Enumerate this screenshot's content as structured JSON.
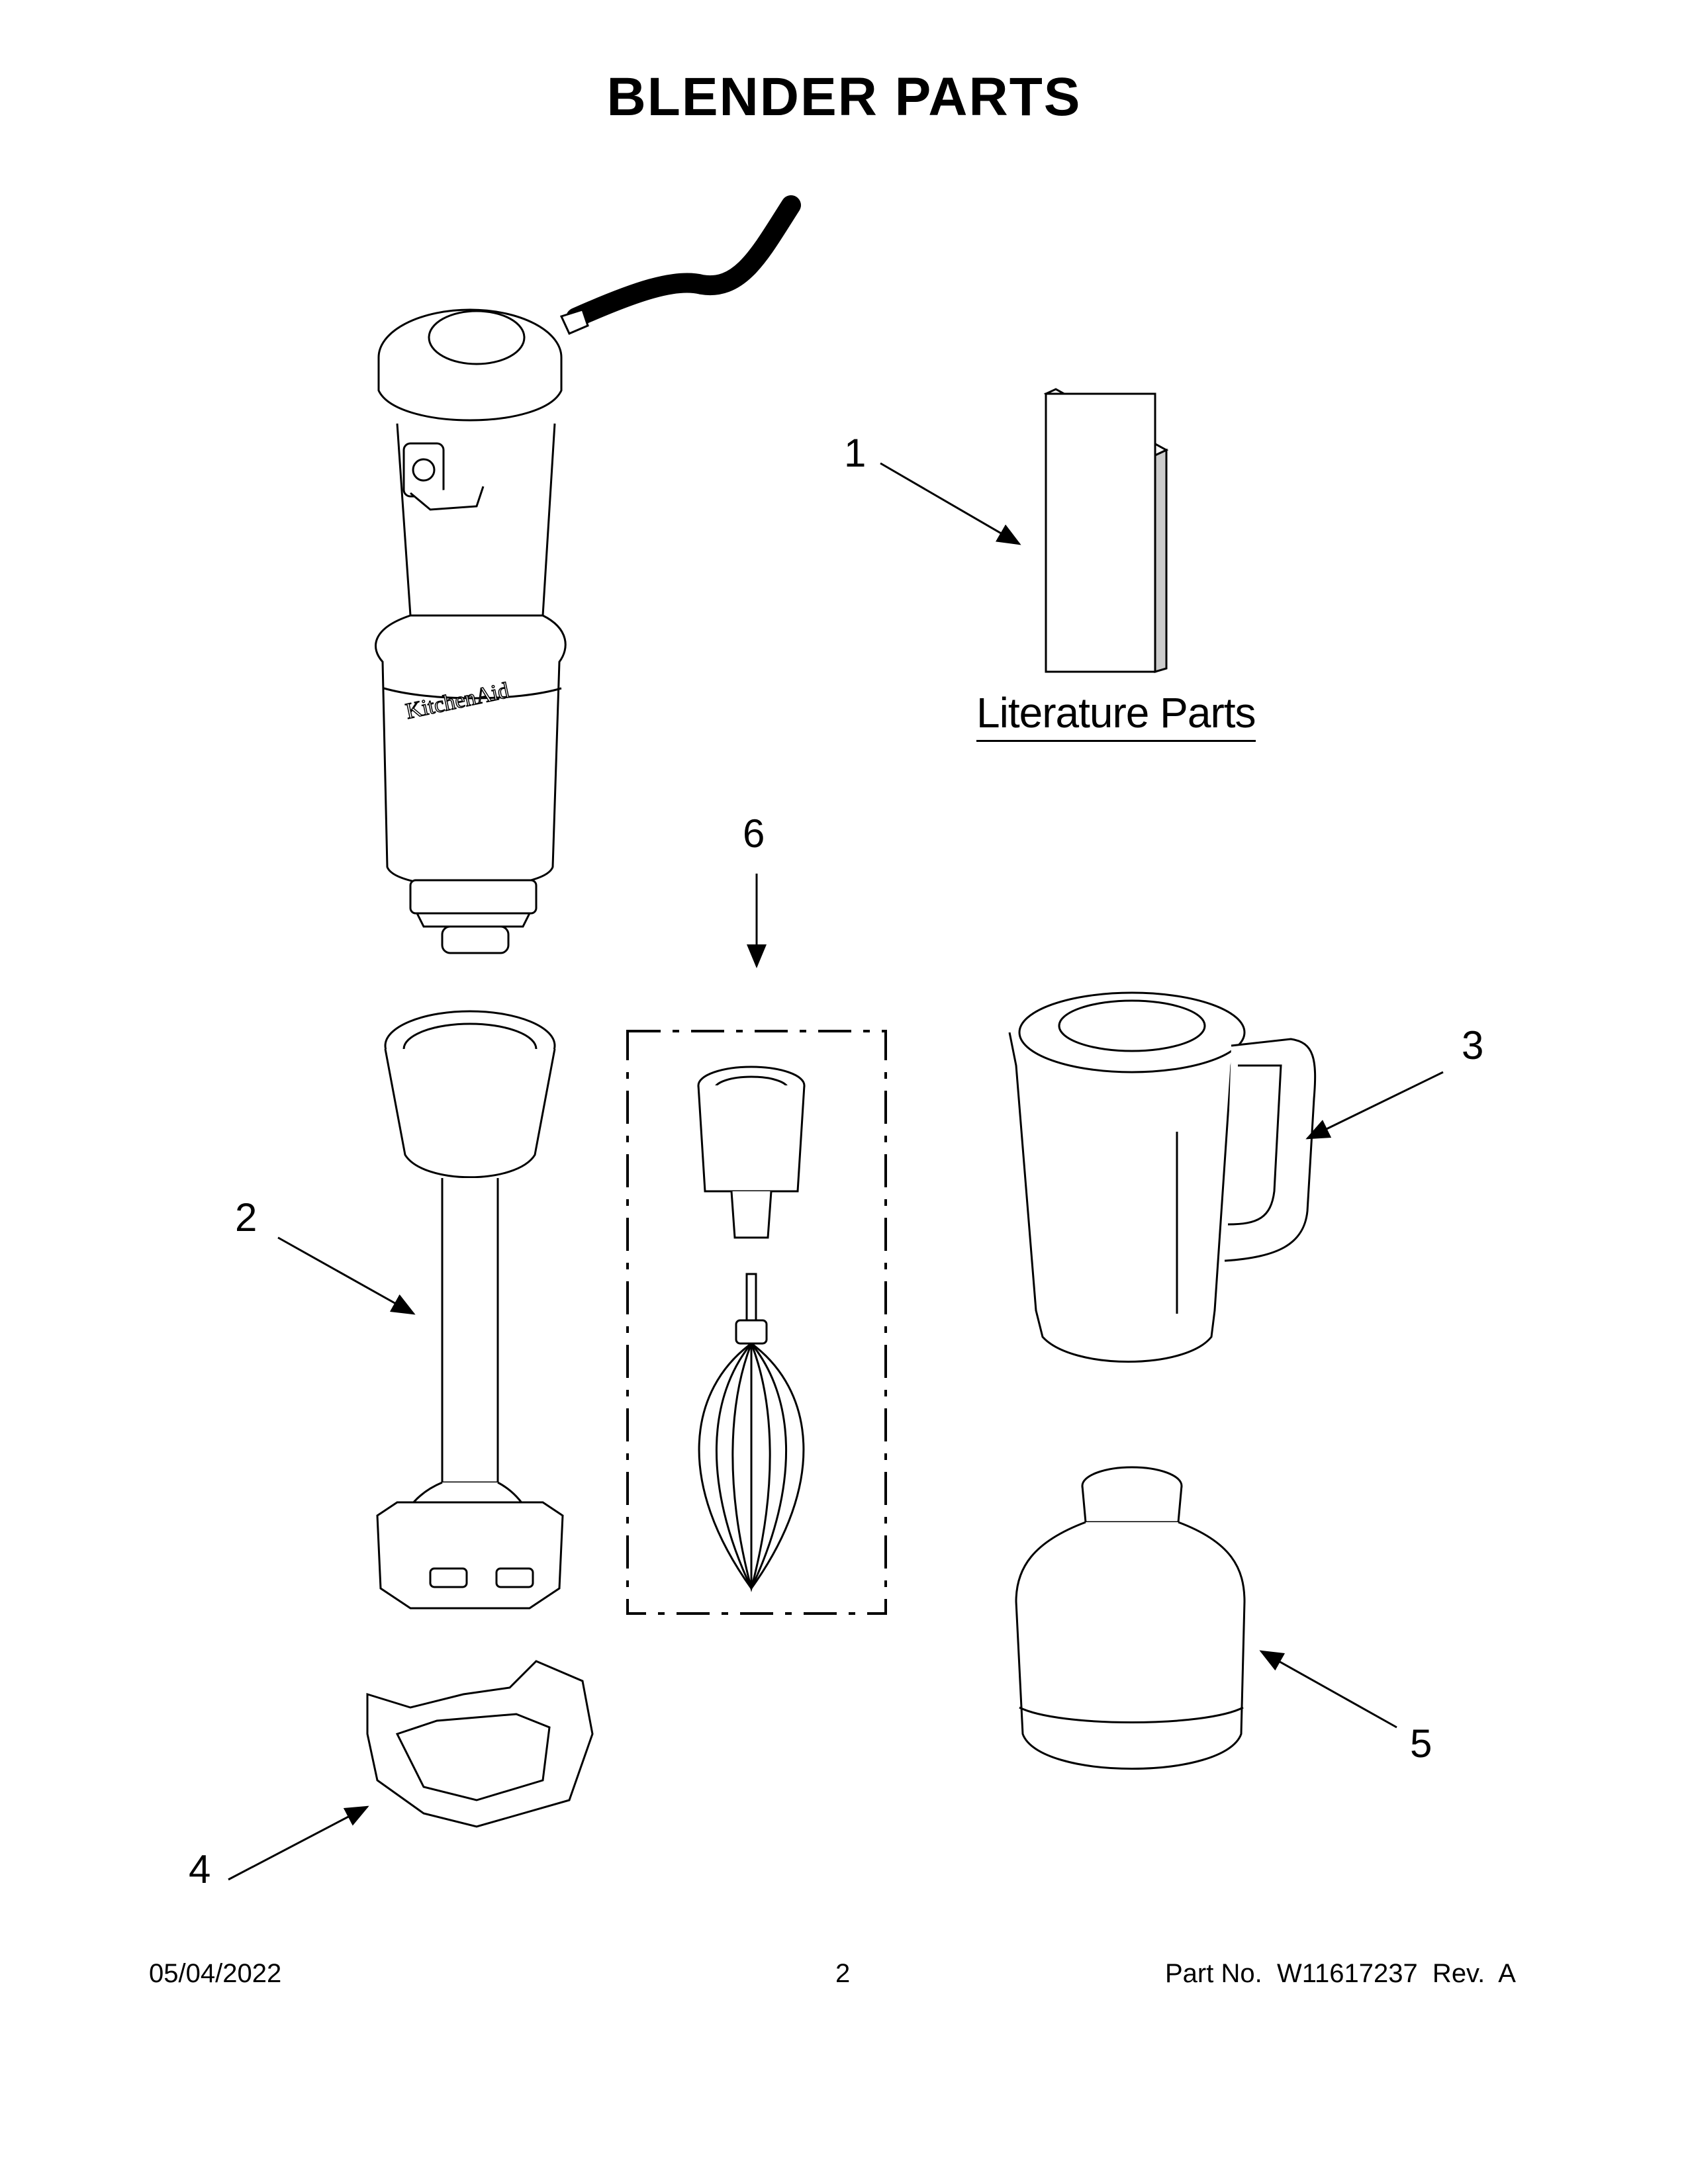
{
  "page": {
    "title": "BLENDER PARTS",
    "literature_label": "Literature Parts"
  },
  "callouts": [
    "1",
    "2",
    "3",
    "4",
    "5",
    "6"
  ],
  "footer": {
    "date": "05/04/2022",
    "page_number": "2",
    "part_no": "Part No.  W11617237  Rev.  A"
  }
}
